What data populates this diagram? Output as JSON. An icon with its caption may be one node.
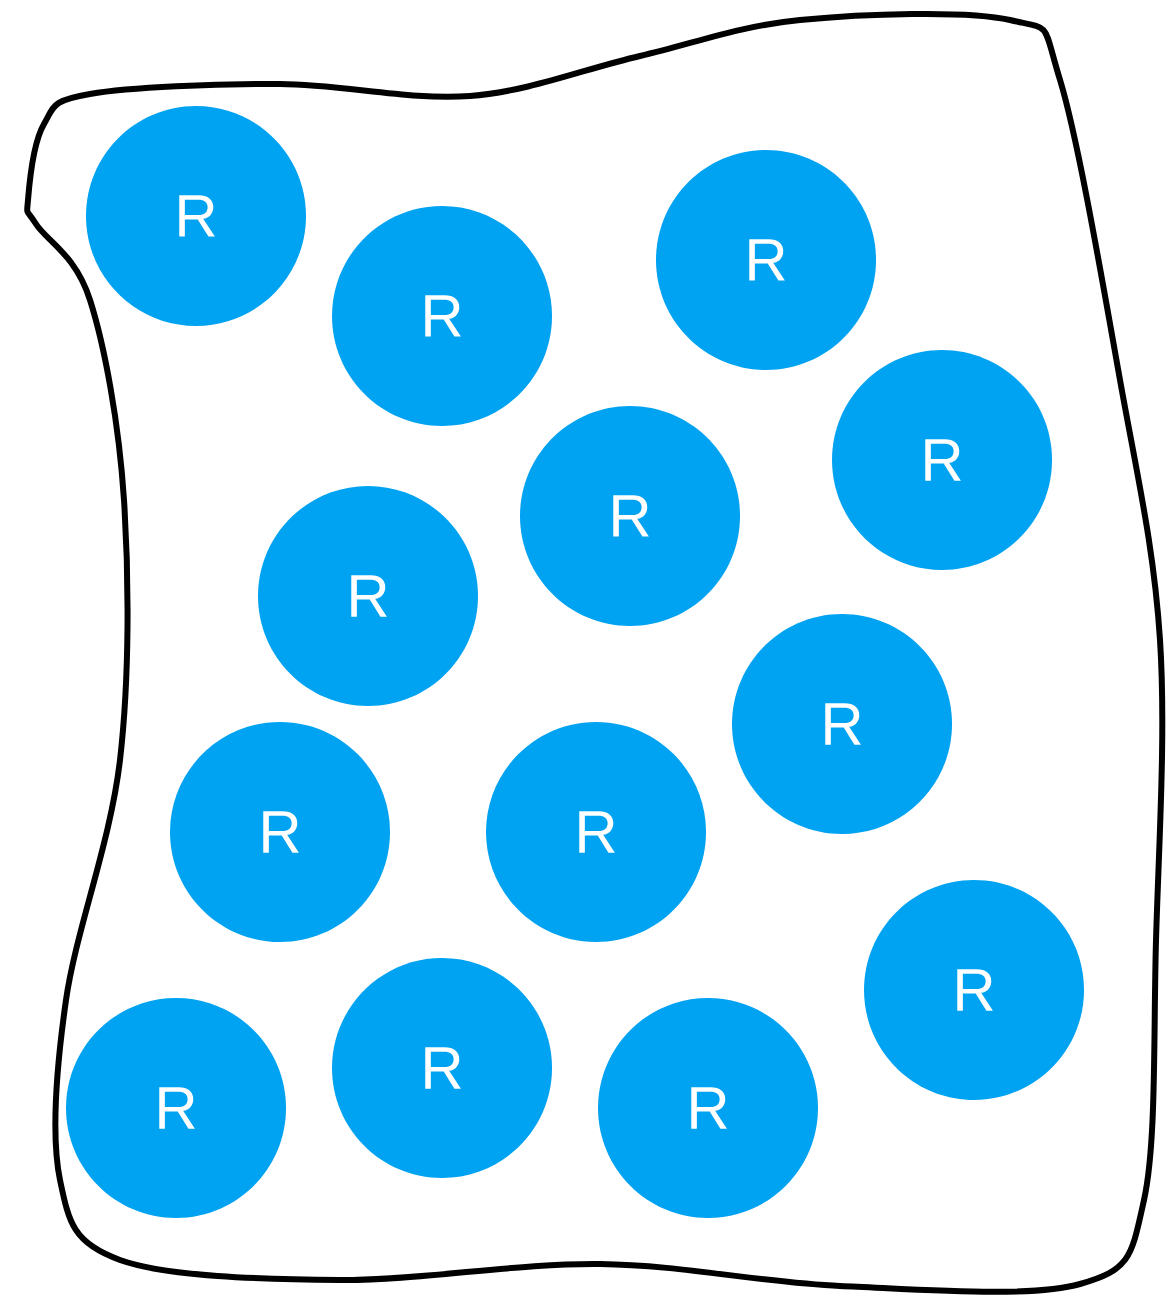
{
  "diagram": {
    "nodes": [
      {
        "text": [],
        "shape": "blob"
      },
      {
        "text": [
          "R"
        ],
        "in": 0
      },
      {
        "text": [
          "R"
        ],
        "in": 0
      },
      {
        "text": [
          "R"
        ],
        "in": 0
      },
      {
        "text": [
          "R"
        ],
        "in": 0
      },
      {
        "text": [
          "R"
        ],
        "in": 0
      },
      {
        "text": [
          "R"
        ],
        "in": 0
      },
      {
        "text": [
          "R"
        ],
        "in": 0
      },
      {
        "text": [
          "R"
        ],
        "in": 0
      },
      {
        "text": [
          "R"
        ],
        "in": 0
      },
      {
        "text": [
          "R"
        ],
        "in": 0
      },
      {
        "text": [
          "R"
        ],
        "in": 0
      },
      {
        "text": [
          "R"
        ],
        "in": 0
      },
      {
        "text": [
          "R"
        ],
        "in": 0
      }
    ]
  }
}
